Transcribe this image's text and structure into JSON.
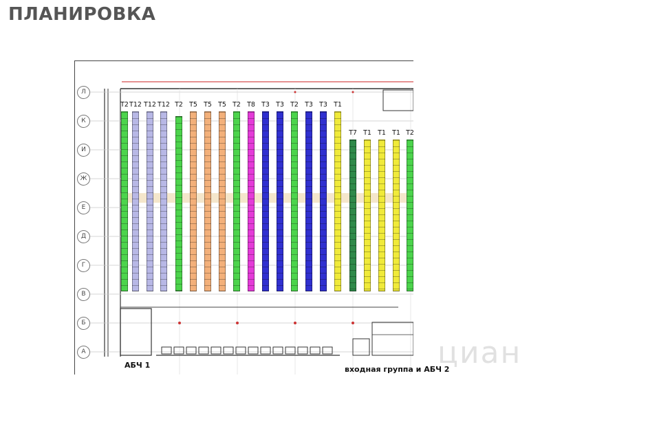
{
  "title": "ПЛАНИРОВКА",
  "axis_labels": [
    "Л",
    "К",
    "И",
    "Ж",
    "Е",
    "Д",
    "Г",
    "В",
    "Б",
    "А"
  ],
  "rack_rows": [
    {
      "label": "T2",
      "color": "#4cd44c"
    },
    {
      "label": "T12",
      "color": "#b8b8e6"
    },
    {
      "label": "T12",
      "color": "#b8b8e6"
    },
    {
      "label": "T12",
      "color": "#b8b8e6"
    },
    {
      "label": "T2",
      "color": "#4cd44c"
    },
    {
      "label": "T5",
      "color": "#f3b07a"
    },
    {
      "label": "T5",
      "color": "#f3b07a"
    },
    {
      "label": "T5",
      "color": "#f3b07a"
    },
    {
      "label": "T2",
      "color": "#4cd44c"
    },
    {
      "label": "T8",
      "color": "#e43bd8"
    },
    {
      "label": "T3",
      "color": "#3030d0"
    },
    {
      "label": "T3",
      "color": "#3030d0"
    },
    {
      "label": "T2",
      "color": "#4cd44c"
    },
    {
      "label": "T3",
      "color": "#3030d0"
    },
    {
      "label": "T3",
      "color": "#3030d0"
    },
    {
      "label": "T1",
      "color": "#f0ea3a"
    },
    {
      "label": "T7",
      "color": "#2f8a4a"
    },
    {
      "label": "T1",
      "color": "#f0ea3a"
    },
    {
      "label": "T1",
      "color": "#f0ea3a"
    },
    {
      "label": "T1",
      "color": "#f0ea3a"
    },
    {
      "label": "T2",
      "color": "#4cd44c"
    }
  ],
  "labels": {
    "abch1": "АБЧ 1",
    "entry_group": "входная группа и АБЧ 2"
  },
  "watermark": "циан"
}
